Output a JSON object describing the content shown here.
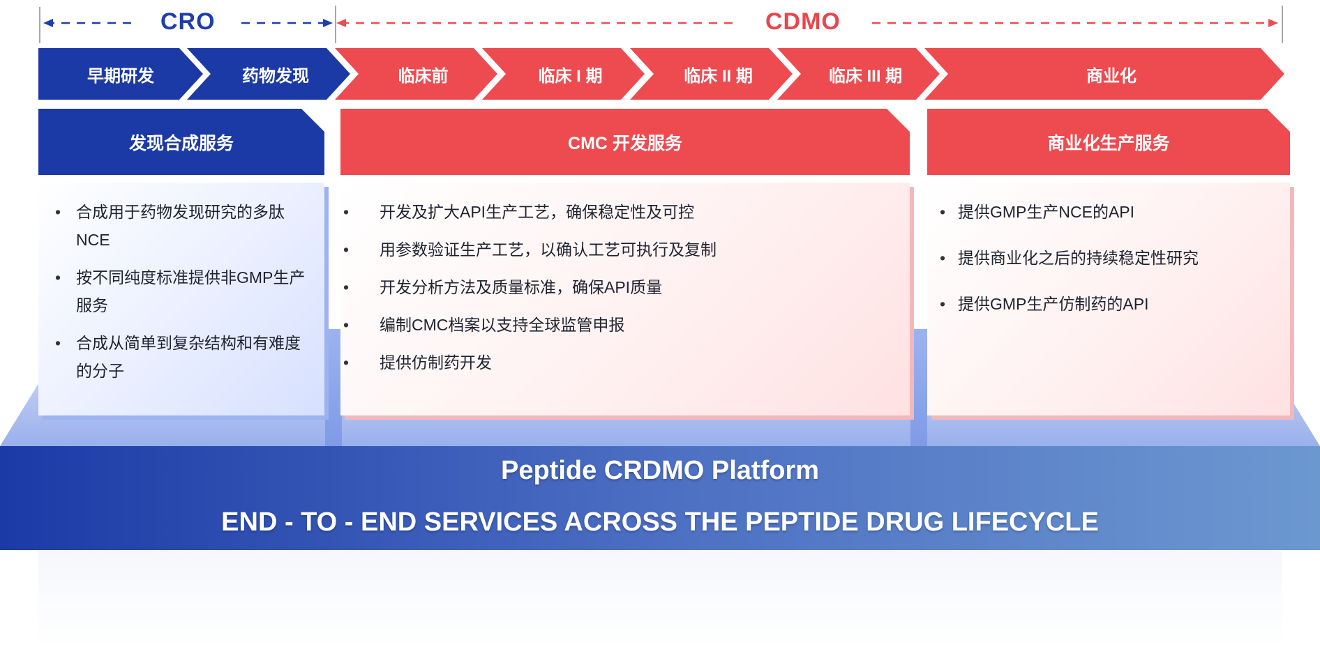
{
  "ranges": {
    "cro": "CRO",
    "cdmo": "CDMO"
  },
  "phases": [
    "早期研发",
    "药物发现",
    "临床前",
    "临床 I 期",
    "临床 II 期",
    "临床 III 期",
    "商业化"
  ],
  "sections": {
    "discovery": {
      "title": "发现合成服务",
      "items": [
        "合成用于药物发现研究的多肽 NCE",
        "按不同纯度标准提供非GMP生产服务",
        "合成从简单到复杂结构和有难度的分子"
      ]
    },
    "cmc": {
      "title": "CMC 开发服务",
      "items": [
        "开发及扩大API生产工艺，确保稳定性及可控",
        "用参数验证生产工艺，以确认工艺可执行及复制",
        "开发分析方法及质量标准，确保API质量",
        "编制CMC档案以支持全球监管申报",
        "提供仿制药开发"
      ]
    },
    "commercial": {
      "title": "商业化生产服务",
      "items": [
        "提供GMP生产NCE的API",
        "提供商业化之后的持续稳定性研究",
        "提供GMP生产仿制药的API"
      ]
    }
  },
  "platform": {
    "title": "Peptide CRDMO Platform",
    "subtitle": "END - TO - END SERVICES ACROSS THE PEPTIDE DRUG LIFECYCLE"
  },
  "colors": {
    "blue": "#1c3aa6",
    "red": "#ee4b50"
  }
}
